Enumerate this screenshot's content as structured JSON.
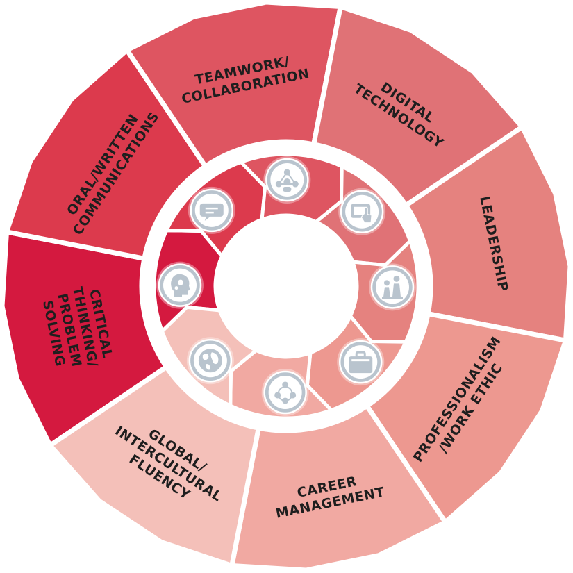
{
  "colors": {
    "critical": "#d4193f",
    "oral": "#dc3a4d",
    "teamwork": "#de5561",
    "digital": "#e07276",
    "leadership": "#e5827f",
    "professionalism": "#ed9890",
    "career": "#f1a9a2",
    "global": "#f4c0b9",
    "icon_gray": "#b9c4ce"
  },
  "segments": [
    {
      "id": "critical",
      "lines": [
        "CRITICAL",
        "THINKING/",
        "PROBLEM",
        "SOLVING"
      ],
      "icon": "head-gears-icon"
    },
    {
      "id": "oral",
      "lines": [
        "ORAL/WRITTEN",
        "COMMUNICATIONS"
      ],
      "icon": "speech-bubble-icon"
    },
    {
      "id": "teamwork",
      "lines": [
        "TEAMWORK/",
        "COLLABORATION"
      ],
      "icon": "team-network-icon"
    },
    {
      "id": "digital",
      "lines": [
        "DIGITAL",
        "TECHNOLOGY"
      ],
      "icon": "tablet-touch-icon"
    },
    {
      "id": "leadership",
      "lines": [
        "LEADERSHIP"
      ],
      "icon": "pawn-leader-icon"
    },
    {
      "id": "professionalism",
      "lines": [
        "PROFESSIONALISM",
        "/WORK ETHIC"
      ],
      "icon": "briefcase-icon"
    },
    {
      "id": "career",
      "lines": [
        "CAREER",
        "MANAGEMENT"
      ],
      "icon": "people-circle-icon"
    },
    {
      "id": "global",
      "lines": [
        "GLOBAL/",
        "INTERCULTURAL",
        "FLUENCY"
      ],
      "icon": "globe-icon"
    }
  ]
}
